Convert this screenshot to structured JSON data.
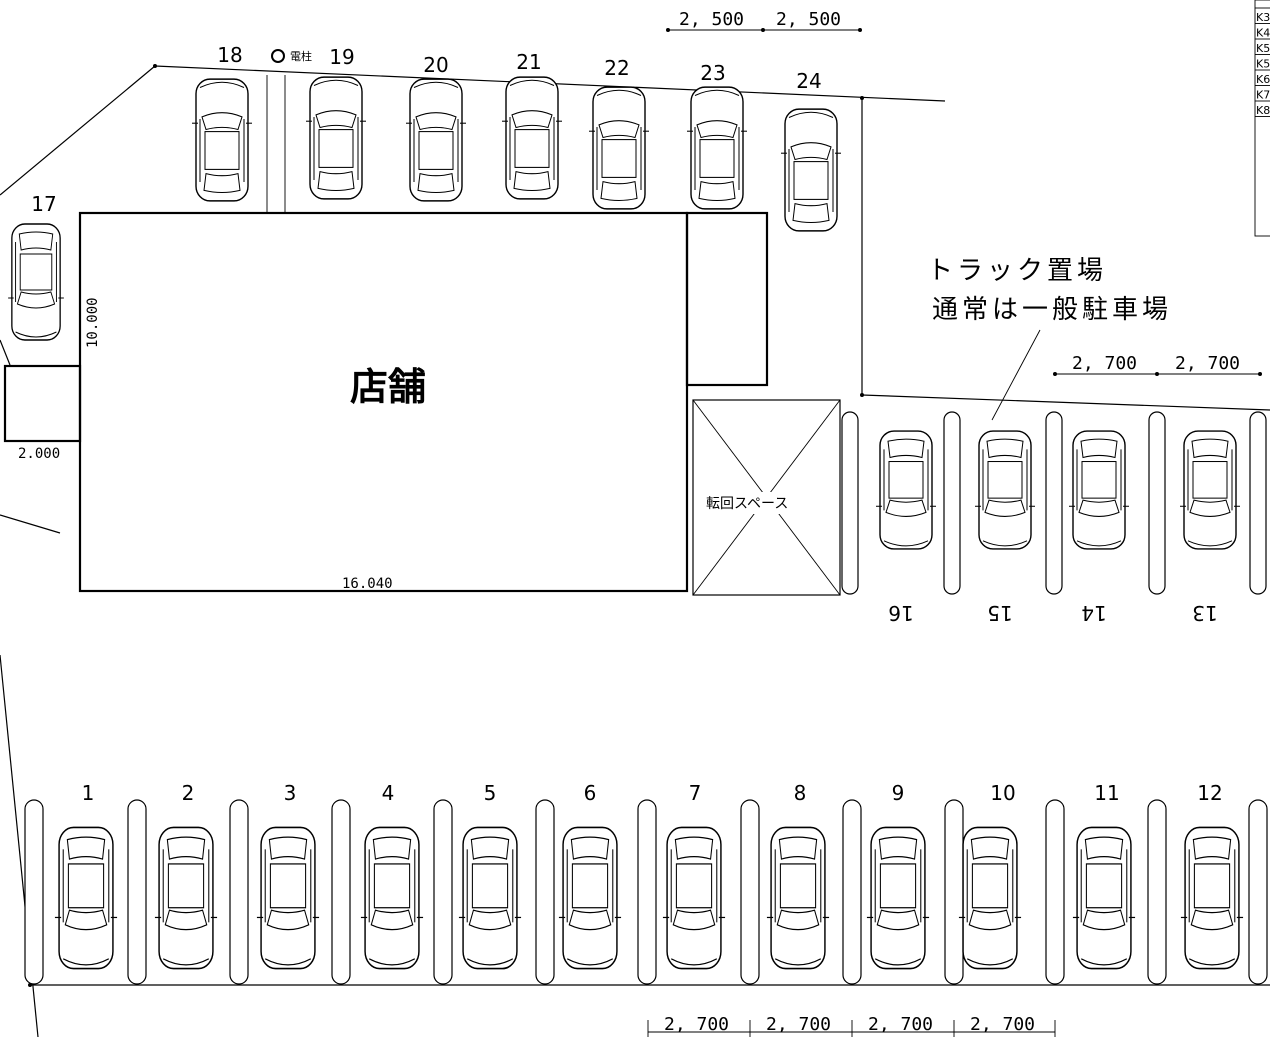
{
  "store_label": "店舗",
  "turnaround_label": "転回スペース",
  "truck_note_line1": "トラック置場",
  "truck_note_line2": "通常は一般駐車場",
  "utility_pole_label": "電柱",
  "store_dimensions": {
    "height": "10.000",
    "width": "16.040"
  },
  "annex_dimension": "2.000",
  "dimensions": {
    "top": [
      "2, 500",
      "2, 500"
    ],
    "right": [
      "2, 700",
      "2, 700"
    ],
    "bottom": [
      "2, 700",
      "2, 700",
      "2, 700",
      "2, 700"
    ]
  },
  "top_row_spaces": [
    "18",
    "19",
    "20",
    "21",
    "22",
    "23",
    "24"
  ],
  "left_space": "17",
  "right_row_spaces": [
    "16",
    "15",
    "14",
    "13"
  ],
  "bottom_row_spaces": [
    "1",
    "2",
    "3",
    "4",
    "5",
    "6",
    "7",
    "8",
    "9",
    "10",
    "11",
    "12"
  ],
  "legend_rows": [
    "K3",
    "K4",
    "K5",
    "K5",
    "K6",
    "K7",
    "K8"
  ]
}
